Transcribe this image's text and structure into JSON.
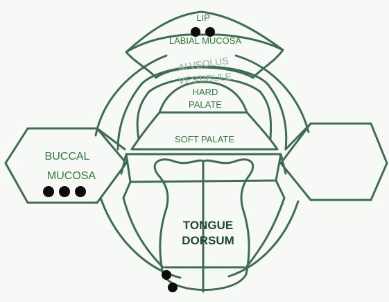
{
  "regions": {
    "lip": "LIP",
    "labial_mucosa": "LABIAL MUCOSA",
    "alveolus": "ALVEOLUS",
    "vestibule": "VESTIBULE",
    "hard_palate_line1": "HARD",
    "hard_palate_line2": "PALATE",
    "soft_palate": "SOFT PALATE",
    "buccal_mucosa_line1": "BUCCAL",
    "buccal_mucosa_line2": "MUCOSA",
    "tongue_dorsum_line1": "TONGUE",
    "tongue_dorsum_line2": "DORSUM"
  },
  "markers": {
    "labial_mucosa_count": 2,
    "buccal_mucosa_count": 3,
    "tongue_lateral_count": 2
  },
  "colors": {
    "outline": "#3f6d4f",
    "label": "#2f7a3a",
    "label_faded": "#8fb29a",
    "label_dark": "#1f4a2c",
    "marker": "#0c0c0c"
  }
}
